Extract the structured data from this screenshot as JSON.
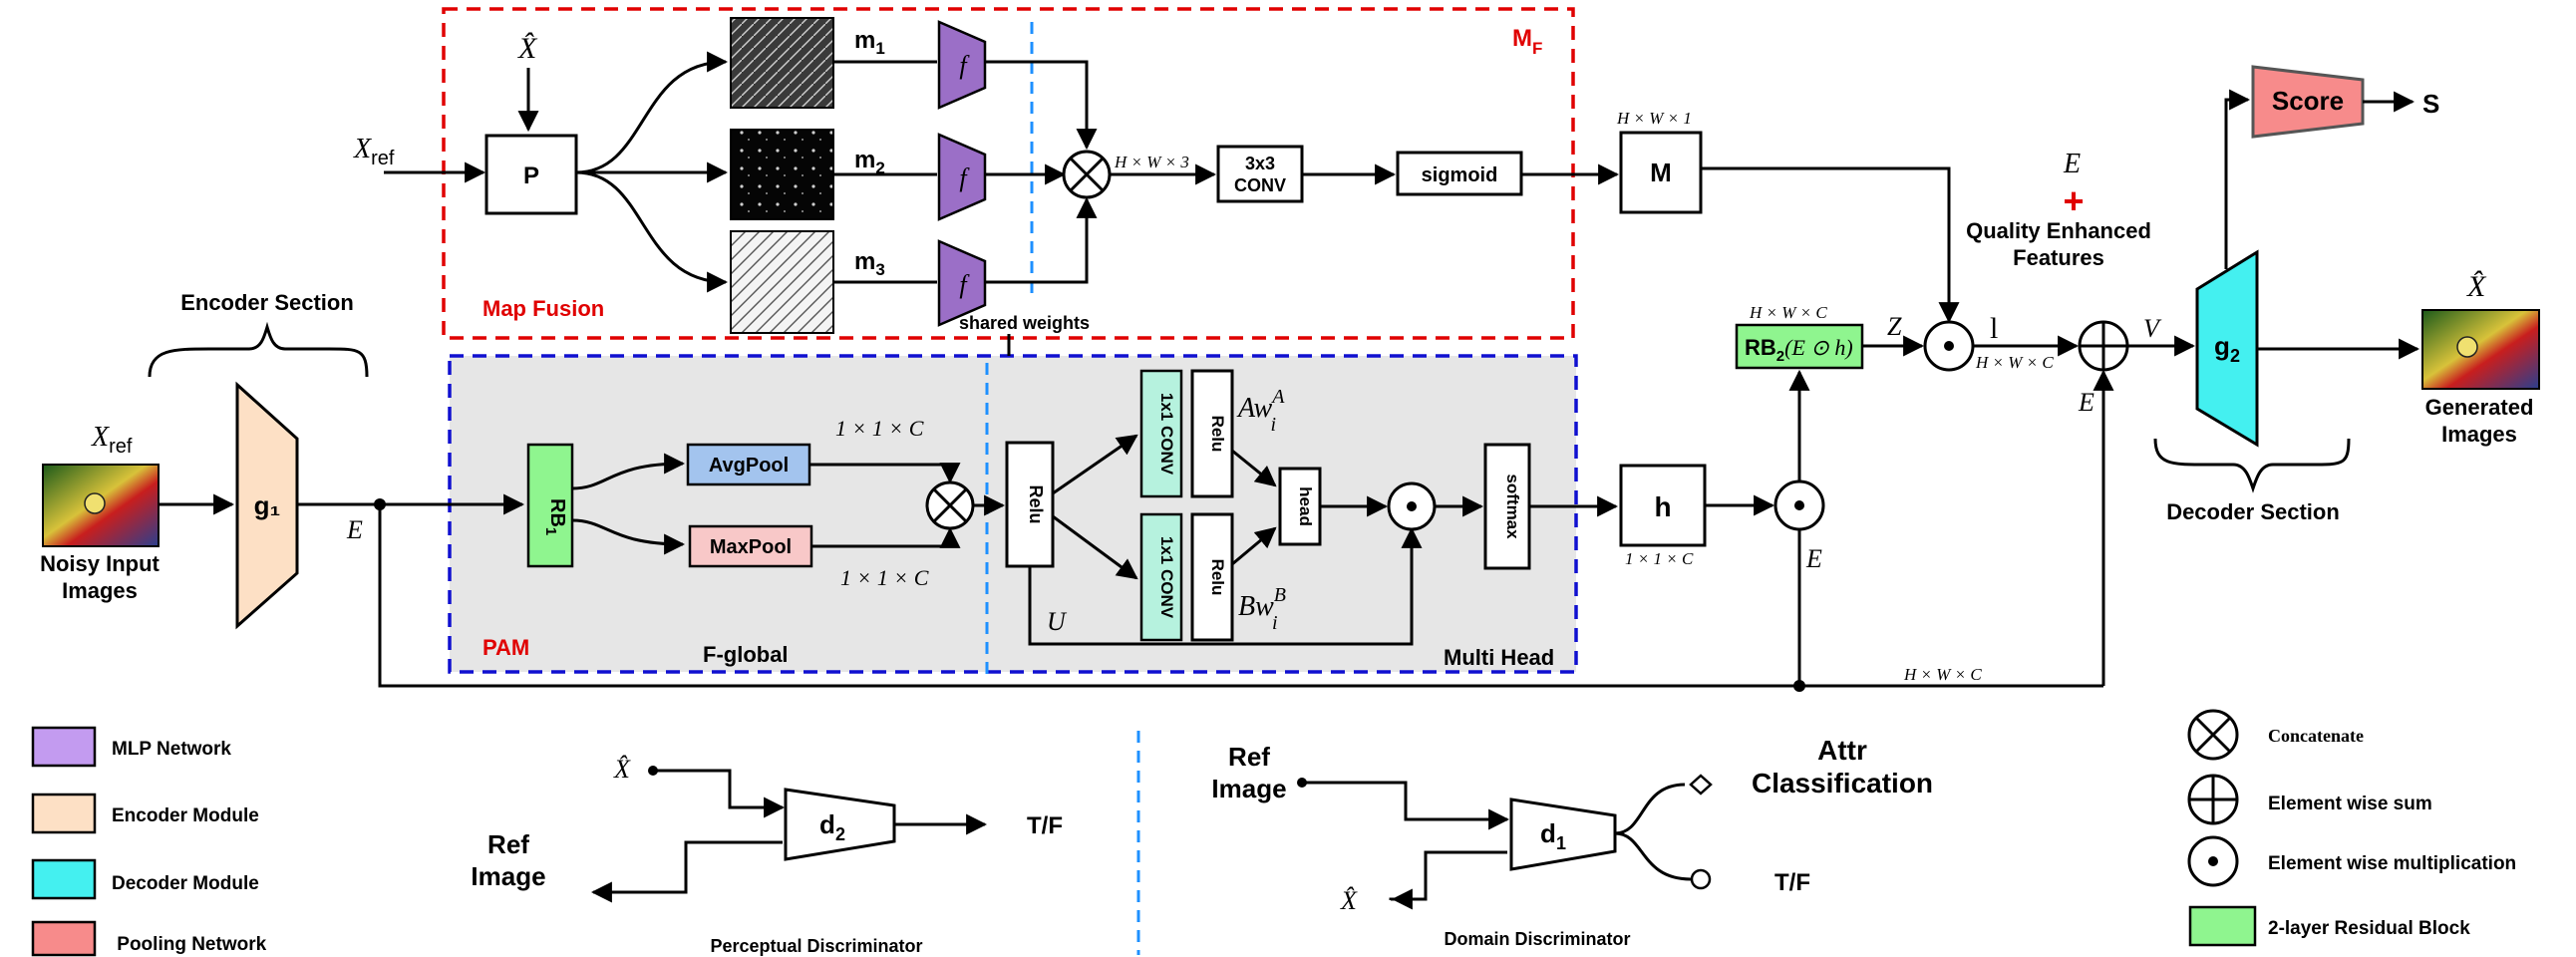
{
  "labels": {
    "map_fusion": "Map Fusion",
    "mf": "M",
    "mf_sub": "F",
    "pam": "PAM",
    "f_global": "F-global",
    "multi_head": "Multi Head",
    "shared_weights": "shared weights",
    "encoder_section": "Encoder Section",
    "decoder_section": "Decoder Section",
    "noisy_input": [
      "Noisy Input",
      "Images"
    ],
    "generated": [
      "Generated",
      "Images"
    ],
    "quality": [
      "Quality Enhanced",
      "Features"
    ],
    "x_hat": "X̂",
    "x_ref": "X",
    "ref_sub": "ref",
    "e": "E",
    "z": "Z",
    "l": "l",
    "v": "V",
    "u": "U",
    "s": "S",
    "score": "Score",
    "plus": "+"
  },
  "blocks": {
    "p": "P",
    "g1": "g₁",
    "g2": "g",
    "g2_sub": "2",
    "rb1": "RB",
    "rb1_sub": "1",
    "avgpool": "AvgPool",
    "maxpool": "MaxPool",
    "relu": "Relu",
    "conv1x1": "1x1 CONV",
    "head": "head",
    "softmax": "softmax",
    "h": "h",
    "conv3x3": [
      "3x3",
      "CONV"
    ],
    "sigmoid": "sigmoid",
    "m": "M",
    "f": "f",
    "rb2": "RB",
    "rb2_sub": "2",
    "rb2_arg": "(E ⊙ h)",
    "m1": "m",
    "m2": "m",
    "m3": "m",
    "m1_sub": "1",
    "m2_sub": "2",
    "m3_sub": "3"
  },
  "math": {
    "awa": "Aw",
    "awa_sup": "A",
    "awa_sub": "i",
    "bwb": "Bw",
    "bwb_sup": "B",
    "bwb_sub": "i"
  },
  "dims": {
    "hw3": "H × W × 3",
    "hw1": "H × W × 1",
    "hwc": "H × W × C",
    "c11": "1 × 1 × C"
  },
  "discriminators": {
    "perceptual_name": "Perceptual Discriminator",
    "domain_name": "Domain Discriminator",
    "ref_image": [
      "Ref",
      "Image"
    ],
    "d2": "d",
    "d2_sub": "2",
    "d1": "d",
    "d1_sub": "1",
    "tf": "T/F",
    "attr": [
      "Attr",
      "Classification"
    ]
  },
  "legend": {
    "left": [
      {
        "label": "MLP Network",
        "color": "#c39bf0"
      },
      {
        "label": "Encoder Module",
        "color": "#fde0c5"
      },
      {
        "label": "Decoder Module",
        "color": "#44f0f0"
      },
      {
        "label": " Pooling Network",
        "color": "#f78b8b"
      }
    ],
    "right": [
      {
        "label": "Concatenate",
        "symbol": "concatenate-icon"
      },
      {
        "label": "Element wise sum",
        "symbol": "sum-icon"
      },
      {
        "label": "Element wise multiplication",
        "symbol": "multiply-icon"
      },
      {
        "label": "2-layer Residual Block",
        "symbol": "residual-block-icon"
      }
    ]
  },
  "colors": {
    "map_fusion_border": "#e00000",
    "pam_border": "#1010d0",
    "pam_fill": "#e6e6e6",
    "shared_line": "#1e90ff",
    "mlp": "#9b6fc7",
    "encoder": "#fde0c5",
    "decoder": "#44f0f0",
    "pooling": "#f78b8b",
    "rb": "#8ff58f",
    "avgpool": "#a3c4ee",
    "maxpool": "#f8c8c8",
    "conv1x1": "#b6f2de"
  }
}
